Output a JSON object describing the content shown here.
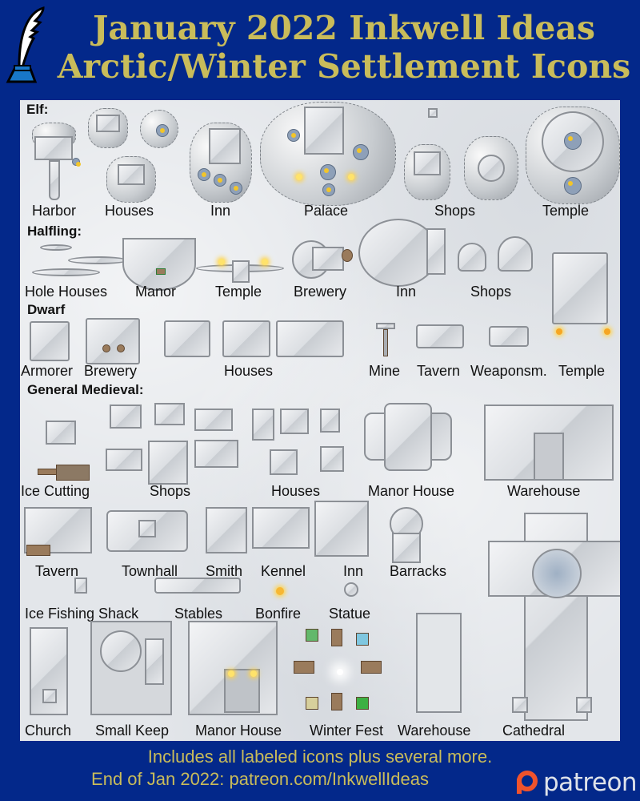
{
  "header": {
    "title_line1": "January 2022 Inkwell Ideas",
    "title_line2": "Arctic/Winter Settlement Icons",
    "logo_icon": "quill-inkwell-icon"
  },
  "colors": {
    "background": "#03288a",
    "title_text": "#c9bc5a",
    "panel_snow": "#e3e6ea",
    "label_text": "#111111",
    "patreon_orange": "#f0532c",
    "patreon_text": "#dfe3ea"
  },
  "sections": {
    "elf": {
      "heading": "Elf:",
      "labels": [
        "Harbor",
        "Houses",
        "Inn",
        "Palace",
        "Shops",
        "Temple"
      ]
    },
    "halfling": {
      "heading": "Halfling:",
      "labels": [
        "Hole Houses",
        "Manor",
        "Temple",
        "Brewery",
        "Inn",
        "Shops"
      ]
    },
    "dwarf": {
      "heading": "Dwarf",
      "labels": [
        "Armorer",
        "Brewery",
        "Houses",
        "Mine",
        "Tavern",
        "Weaponsm.",
        "Temple"
      ]
    },
    "medieval": {
      "heading": "General Medieval:",
      "row1": [
        "Ice Cutting",
        "Shops",
        "Houses",
        "Manor House",
        "Warehouse"
      ],
      "row2": [
        "Tavern",
        "Townhall",
        "Smith",
        "Kennel",
        "Inn",
        "Barracks"
      ],
      "row3": [
        "Ice Fishing Shack",
        "Stables",
        "Bonfire",
        "Statue"
      ],
      "row4": [
        "Church",
        "Small Keep",
        "Manor House",
        "Winter Fest",
        "Warehouse",
        "Cathedral"
      ]
    }
  },
  "footer": {
    "line1": "Includes all labeled icons plus several more.",
    "line2": "End of Jan 2022: patreon.com/InkwellIdeas",
    "patreon_wordmark": "patreon",
    "patreon_icon": "patreon-logo-icon"
  }
}
